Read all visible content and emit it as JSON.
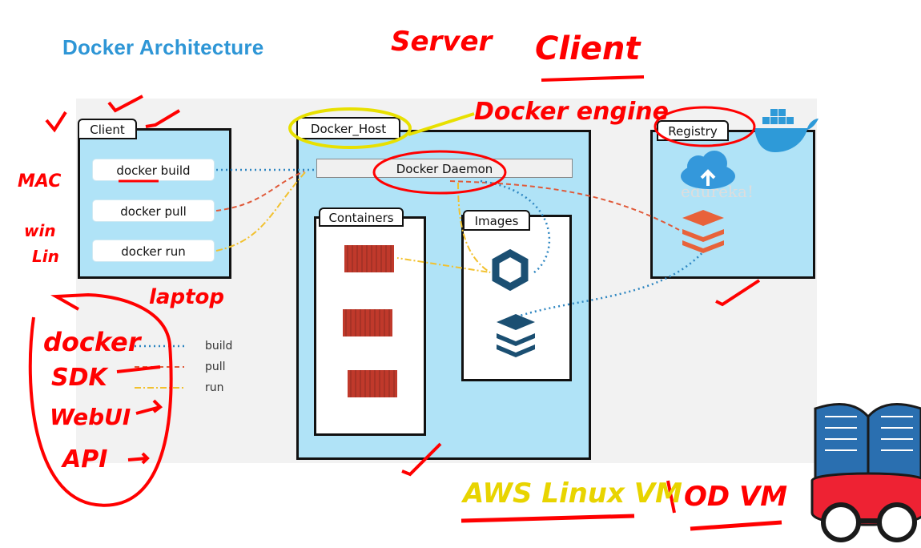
{
  "title": "Docker Architecture",
  "client": {
    "tab": "Client",
    "commands": [
      "docker build",
      "docker pull",
      "docker run"
    ]
  },
  "host": {
    "tab": "Docker_Host",
    "daemon": "Docker Daemon",
    "containers_tab": "Containers",
    "images_tab": "Images"
  },
  "registry": {
    "tab": "Registry"
  },
  "legend": [
    "build",
    "pull",
    "run"
  ],
  "watermark": "edureka!",
  "annotations": {
    "server": "Server",
    "client": "Client",
    "docker_engine": "Docker engine",
    "mac": "MAC",
    "win": "win",
    "lin": "Lin",
    "laptop": "laptop",
    "docker": "docker",
    "sdk": "SDK",
    "webui": "WebUI",
    "api": "API",
    "aws_vm": "AWS Linux VM",
    "od_vm": "OD VM"
  },
  "colors": {
    "build": "#2E86C1",
    "pull": "#E05A3A",
    "run": "#F2C12E",
    "panel": "#b0e3f7",
    "ink": "#ff0000"
  }
}
